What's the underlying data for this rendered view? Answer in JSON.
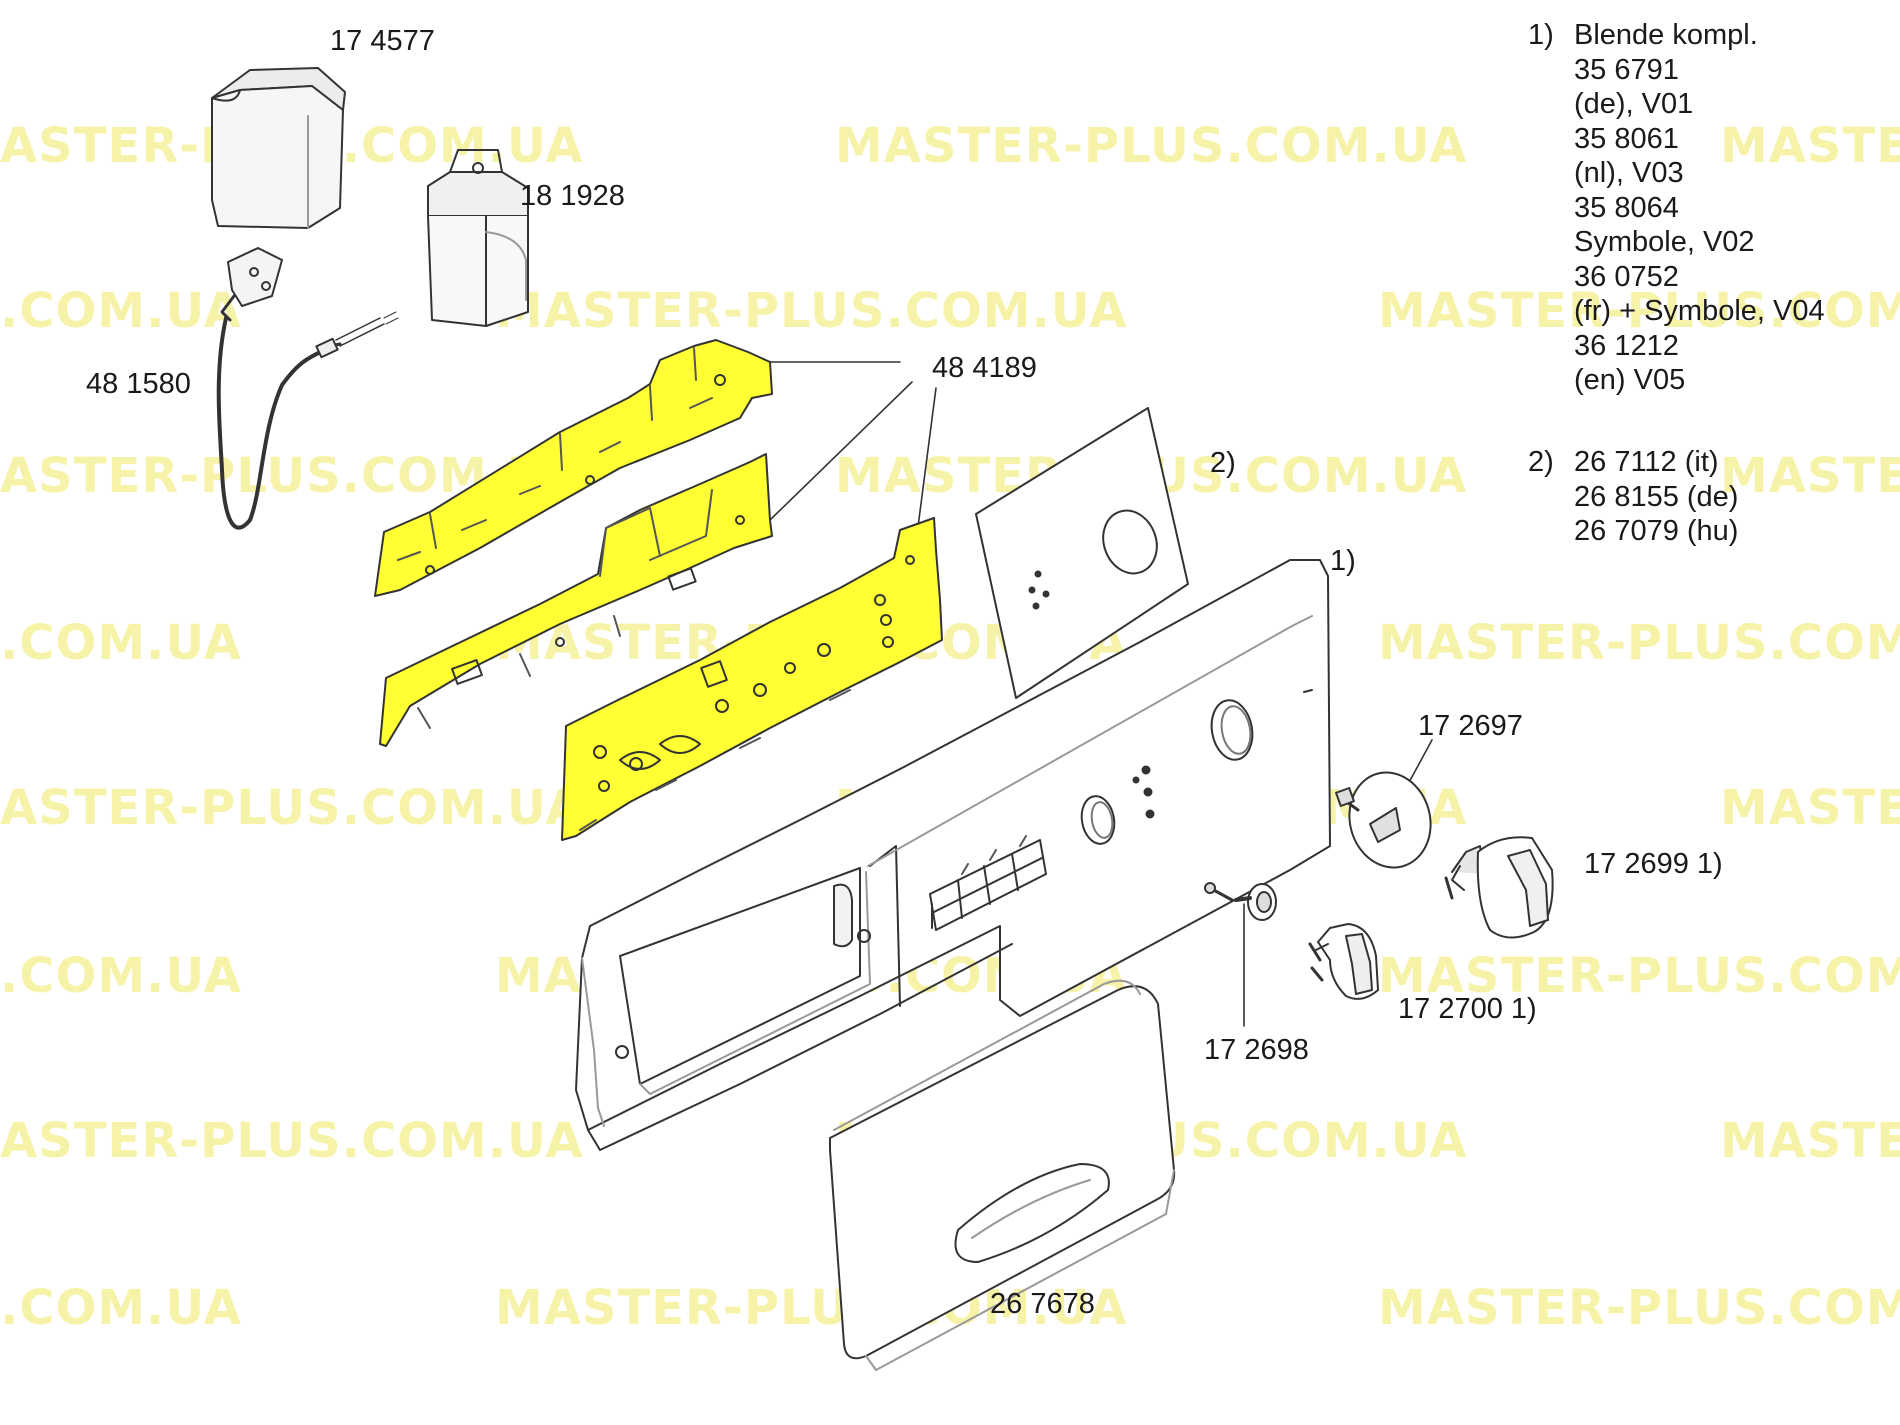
{
  "watermark": {
    "text": "MASTER-PLUS.COM.UA",
    "fragments": {
      "left_tail": "ASTER-PLUS.COM.UA",
      "right_head": "MASTE",
      "left_com": ".COM.UA",
      "right_com": "MASTER-PLUS.COM",
      "mid_com": "MASTER-PLUS.COM.UA"
    },
    "color": "#f6f2a0"
  },
  "highlight_color": "#ffff33",
  "labels": {
    "filter_box": "17 4577",
    "capacitor": "18 1928",
    "power_cord": "48 1580",
    "control_modules": "48 4189",
    "knob_cap": "17 2697",
    "knob_large": "17 2699 1)",
    "knob_small": "17 2700 1)",
    "shaft_bushing": "17 2698",
    "drawer_handle": "26 7678",
    "fascia_ref": "1)",
    "overlay_ref": "2)"
  },
  "notes": {
    "note1": {
      "number": "1)",
      "lines": [
        "Blende kompl.",
        "35 6791",
        "(de), V01",
        "35 8061",
        "(nl), V03",
        "35 8064",
        "Symbole, V02",
        "36 0752",
        "(fr) + Symbole, V04",
        "36 1212",
        "(en) V05"
      ]
    },
    "note2": {
      "number": "2)",
      "lines": [
        "26 7112 (it)",
        "26 8155 (de)",
        "26 7079 (hu)"
      ]
    }
  }
}
